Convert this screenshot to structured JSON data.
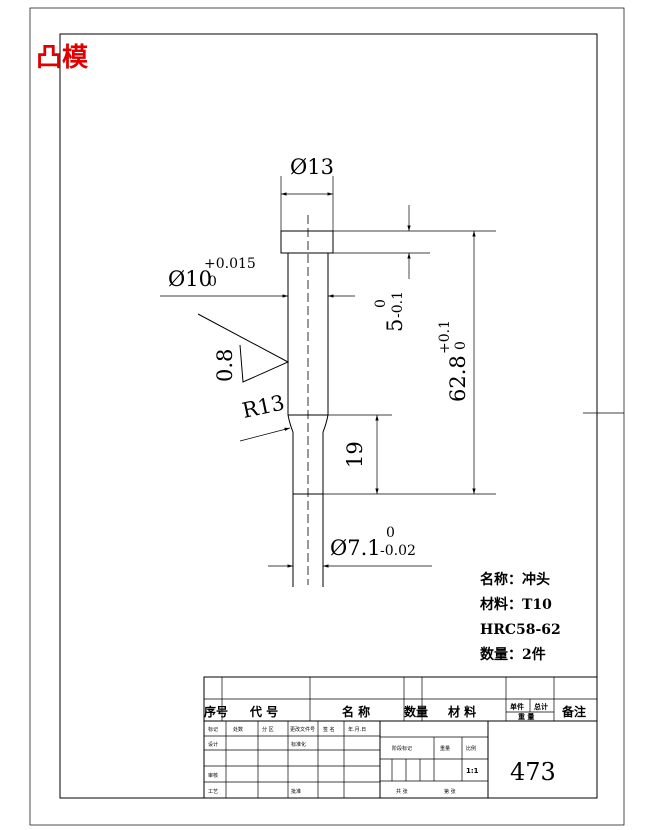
{
  "title": "凸模",
  "dimensions": {
    "head_diameter": "Ø13",
    "shank_diameter": "Ø10",
    "shank_tol_upper": "+0.015",
    "shank_tol_lower": "0",
    "head_height": "5",
    "head_tol_upper": "0",
    "head_tol_lower": "-0.1",
    "total_length": "62.8",
    "total_tol_upper": "+0.1",
    "total_tol_lower": "0",
    "roughness": "0.8",
    "radius": "R13",
    "tip_length": "19",
    "tip_diameter": "Ø7.1",
    "tip_tol_upper": "0",
    "tip_tol_lower": "-0.02"
  },
  "notes": [
    "名称：冲头",
    "材料：T10",
    "HRC58-62",
    "数量：2件"
  ],
  "title_block": {
    "header": {
      "seq": "序号",
      "code": "代 号",
      "name": "名 称",
      "qty": "数量",
      "material": "材 料",
      "single": "单件",
      "total": "总计",
      "weight": "重 量",
      "remark": "备注"
    },
    "rev_headers": [
      "标记",
      "处数",
      "分 区",
      "更改文件号",
      "签 名",
      "年.月.日"
    ],
    "labels": {
      "design": "设计",
      "standardize": "标准化",
      "review": "审核",
      "process": "工艺",
      "approve": "批准",
      "stage_mark": "阶段标记",
      "weight": "重量",
      "scale": "比例",
      "sheets_total": "共 张",
      "sheet_no": "第 张"
    },
    "scale_value": "1:1",
    "drawing_number": "473"
  }
}
